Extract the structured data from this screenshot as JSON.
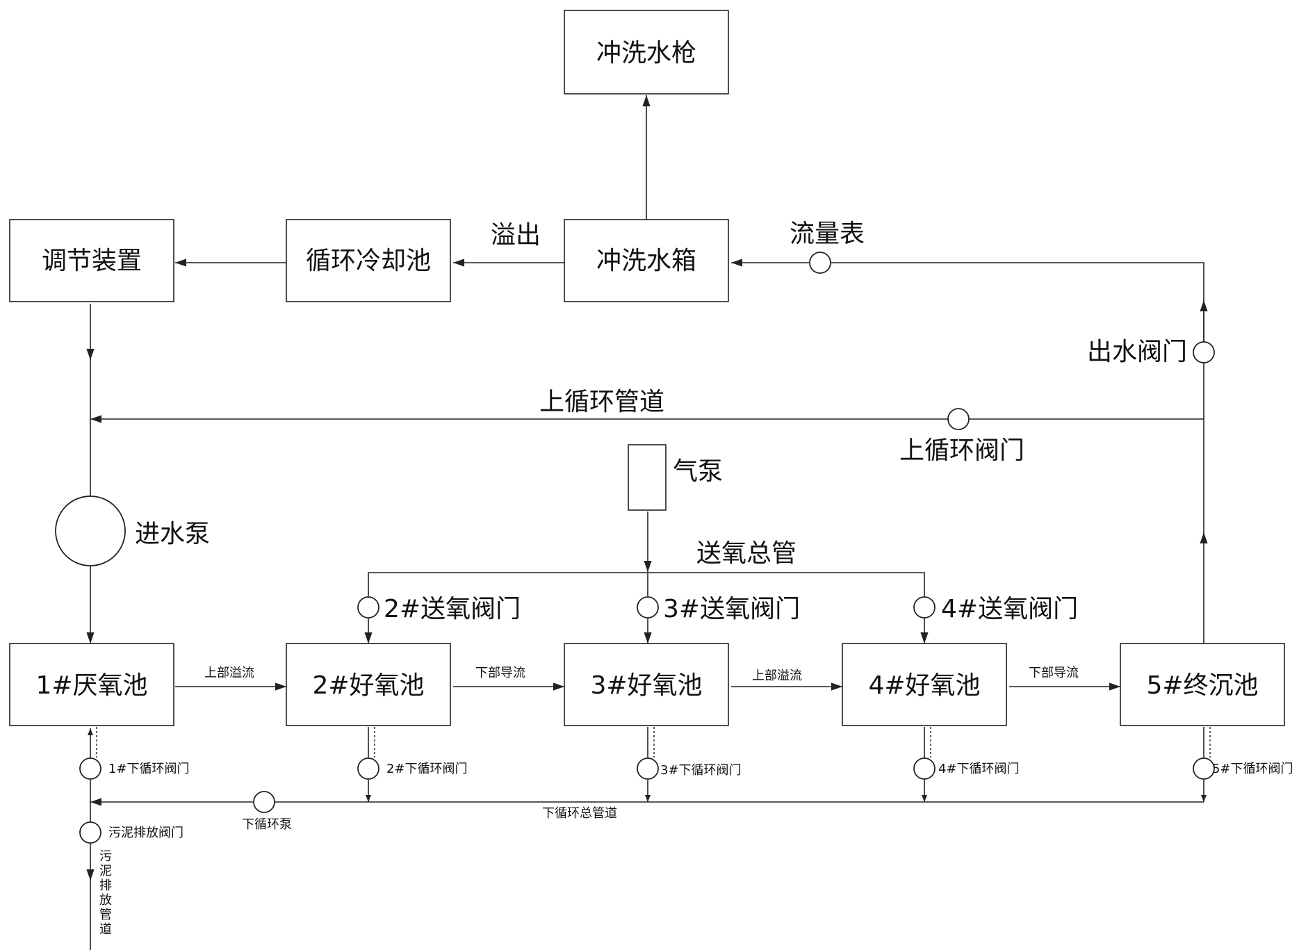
{
  "boxes": {
    "flush_gun": "冲洗水枪",
    "regulator": "调节装置",
    "cooling_pool": "循环冷却池",
    "flush_tank": "冲洗水箱",
    "air_pump": "",
    "tank1": "1#厌氧池",
    "tank2": "2#好氧池",
    "tank3": "3#好氧池",
    "tank4": "4#好氧池",
    "tank5": "5#终沉池"
  },
  "labels": {
    "overflow": "溢出",
    "flowmeter": "流量表",
    "outlet_valve": "出水阀门",
    "upper_pipe": "上循环管道",
    "upper_valve": "上循环阀门",
    "air_pump": "气泵",
    "intake_pump": "进水泵",
    "oxygen_main": "送氧总管",
    "o2_valve_2": "2#送氧阀门",
    "o2_valve_3": "3#送氧阀门",
    "o2_valve_4": "4#送氧阀门",
    "flow_1_2": "上部溢流",
    "flow_2_3": "下部导流",
    "flow_3_4": "上部溢流",
    "flow_4_5": "下部导流",
    "lower_valve_1": "1#下循环阀门",
    "lower_valve_2": "2#下循环阀门",
    "lower_valve_3": "3#下循环阀门",
    "lower_valve_4": "4#下循环阀门",
    "lower_valve_5": "5#下循环阀门",
    "lower_pump": "下循环泵",
    "lower_main": "下循环总管道",
    "sludge_valve": "污泥排放阀门",
    "sludge_pipe": "污泥排放管道"
  }
}
